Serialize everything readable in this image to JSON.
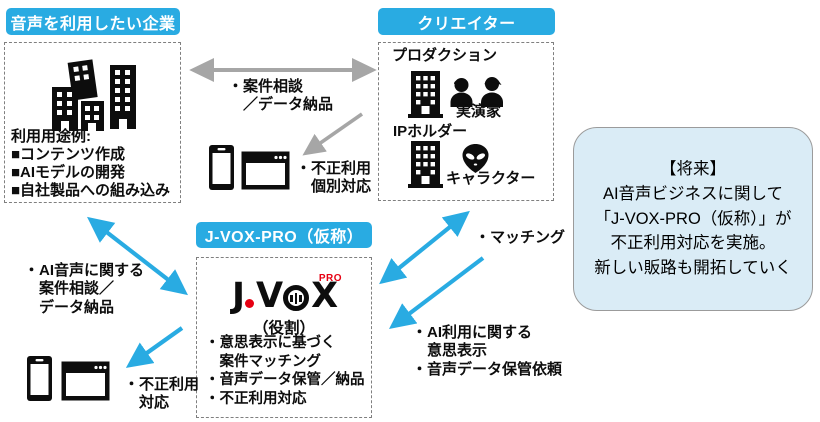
{
  "colors": {
    "accent": "#29ABE2",
    "arrow_gray": "#A6A6A6",
    "future_bg": "#DAECF6",
    "future_border": "#9B9B9B",
    "logo_red": "#E60012"
  },
  "companies": {
    "title": "音声を利用したい企業",
    "usage_title": "利用用途例:",
    "usage_items": [
      "■コンテンツ作成",
      "■AIモデルの開発",
      "■自社製品への組み込み"
    ]
  },
  "creators": {
    "title": "クリエイター",
    "production_label": "プロダクション",
    "performer_label": "実演家",
    "ip_holder_label": "IPホルダー",
    "character_label": "キャラクター"
  },
  "jvox": {
    "title": "J-VOX-PRO（仮称）",
    "logo": {
      "j": "J",
      "v": "V",
      "x": "X",
      "pro": "PRO"
    },
    "role_title": "（役割）",
    "role_items_text": "・意思表示に基づく\n　案件マッチング\n・音声データ保管／納品\n・不正利用対応"
  },
  "labels": {
    "consult_delivery": "・案件相談\n　／データ納品",
    "misuse_individual": "・不正利用\n　個別対応",
    "ai_consult": "・AI音声に関する\n　案件相談／\n　データ納品",
    "misuse_response": "・不正利用\n　対応",
    "matching": "・マッチング",
    "ai_intent": "・AI利用に関する\n　意思表示\n・音声データ保管依頼"
  },
  "future": {
    "lines": [
      "【将来】",
      "AI音声ビジネスに関して",
      "「J-VOX-PRO（仮称）」が",
      "不正利用対応を実施。",
      "新しい販路も開拓していく"
    ]
  }
}
